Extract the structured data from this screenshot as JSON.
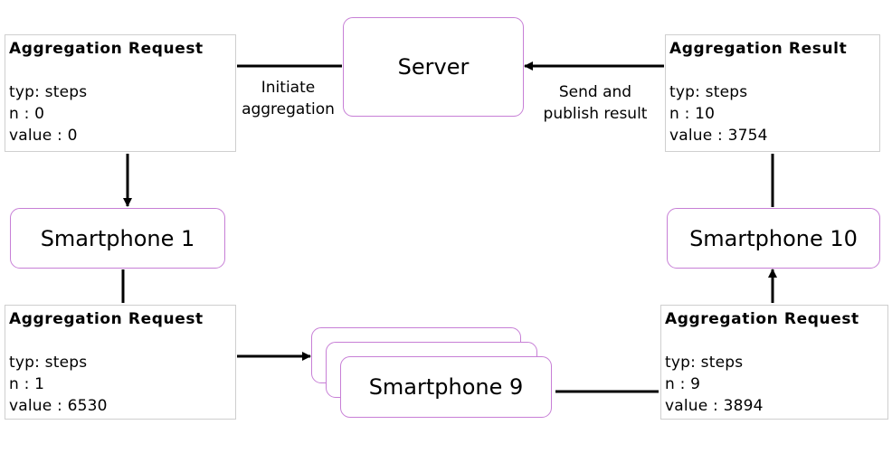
{
  "server": {
    "label": "Server"
  },
  "edges": {
    "initiate": [
      "Initiate",
      "aggregation"
    ],
    "publish": [
      "Send and",
      "publish result"
    ]
  },
  "phones": {
    "p1": "Smartphone 1",
    "p9": "Smartphone 9",
    "p10": "Smartphone 10"
  },
  "messages": {
    "req0": {
      "title": "Aggregation Request",
      "typ": "typ: steps",
      "n": "n : 0",
      "value": "value : 0"
    },
    "req1": {
      "title": "Aggregation Request",
      "typ": "typ: steps",
      "n": "n : 1",
      "value": "value : 6530"
    },
    "req9": {
      "title": "Aggregation Request",
      "typ": "typ: steps",
      "n": "n : 9",
      "value": "value : 3894"
    },
    "result": {
      "title": "Aggregation Result",
      "typ": "typ: steps",
      "n": "n : 10",
      "value": "value : 3754"
    }
  }
}
